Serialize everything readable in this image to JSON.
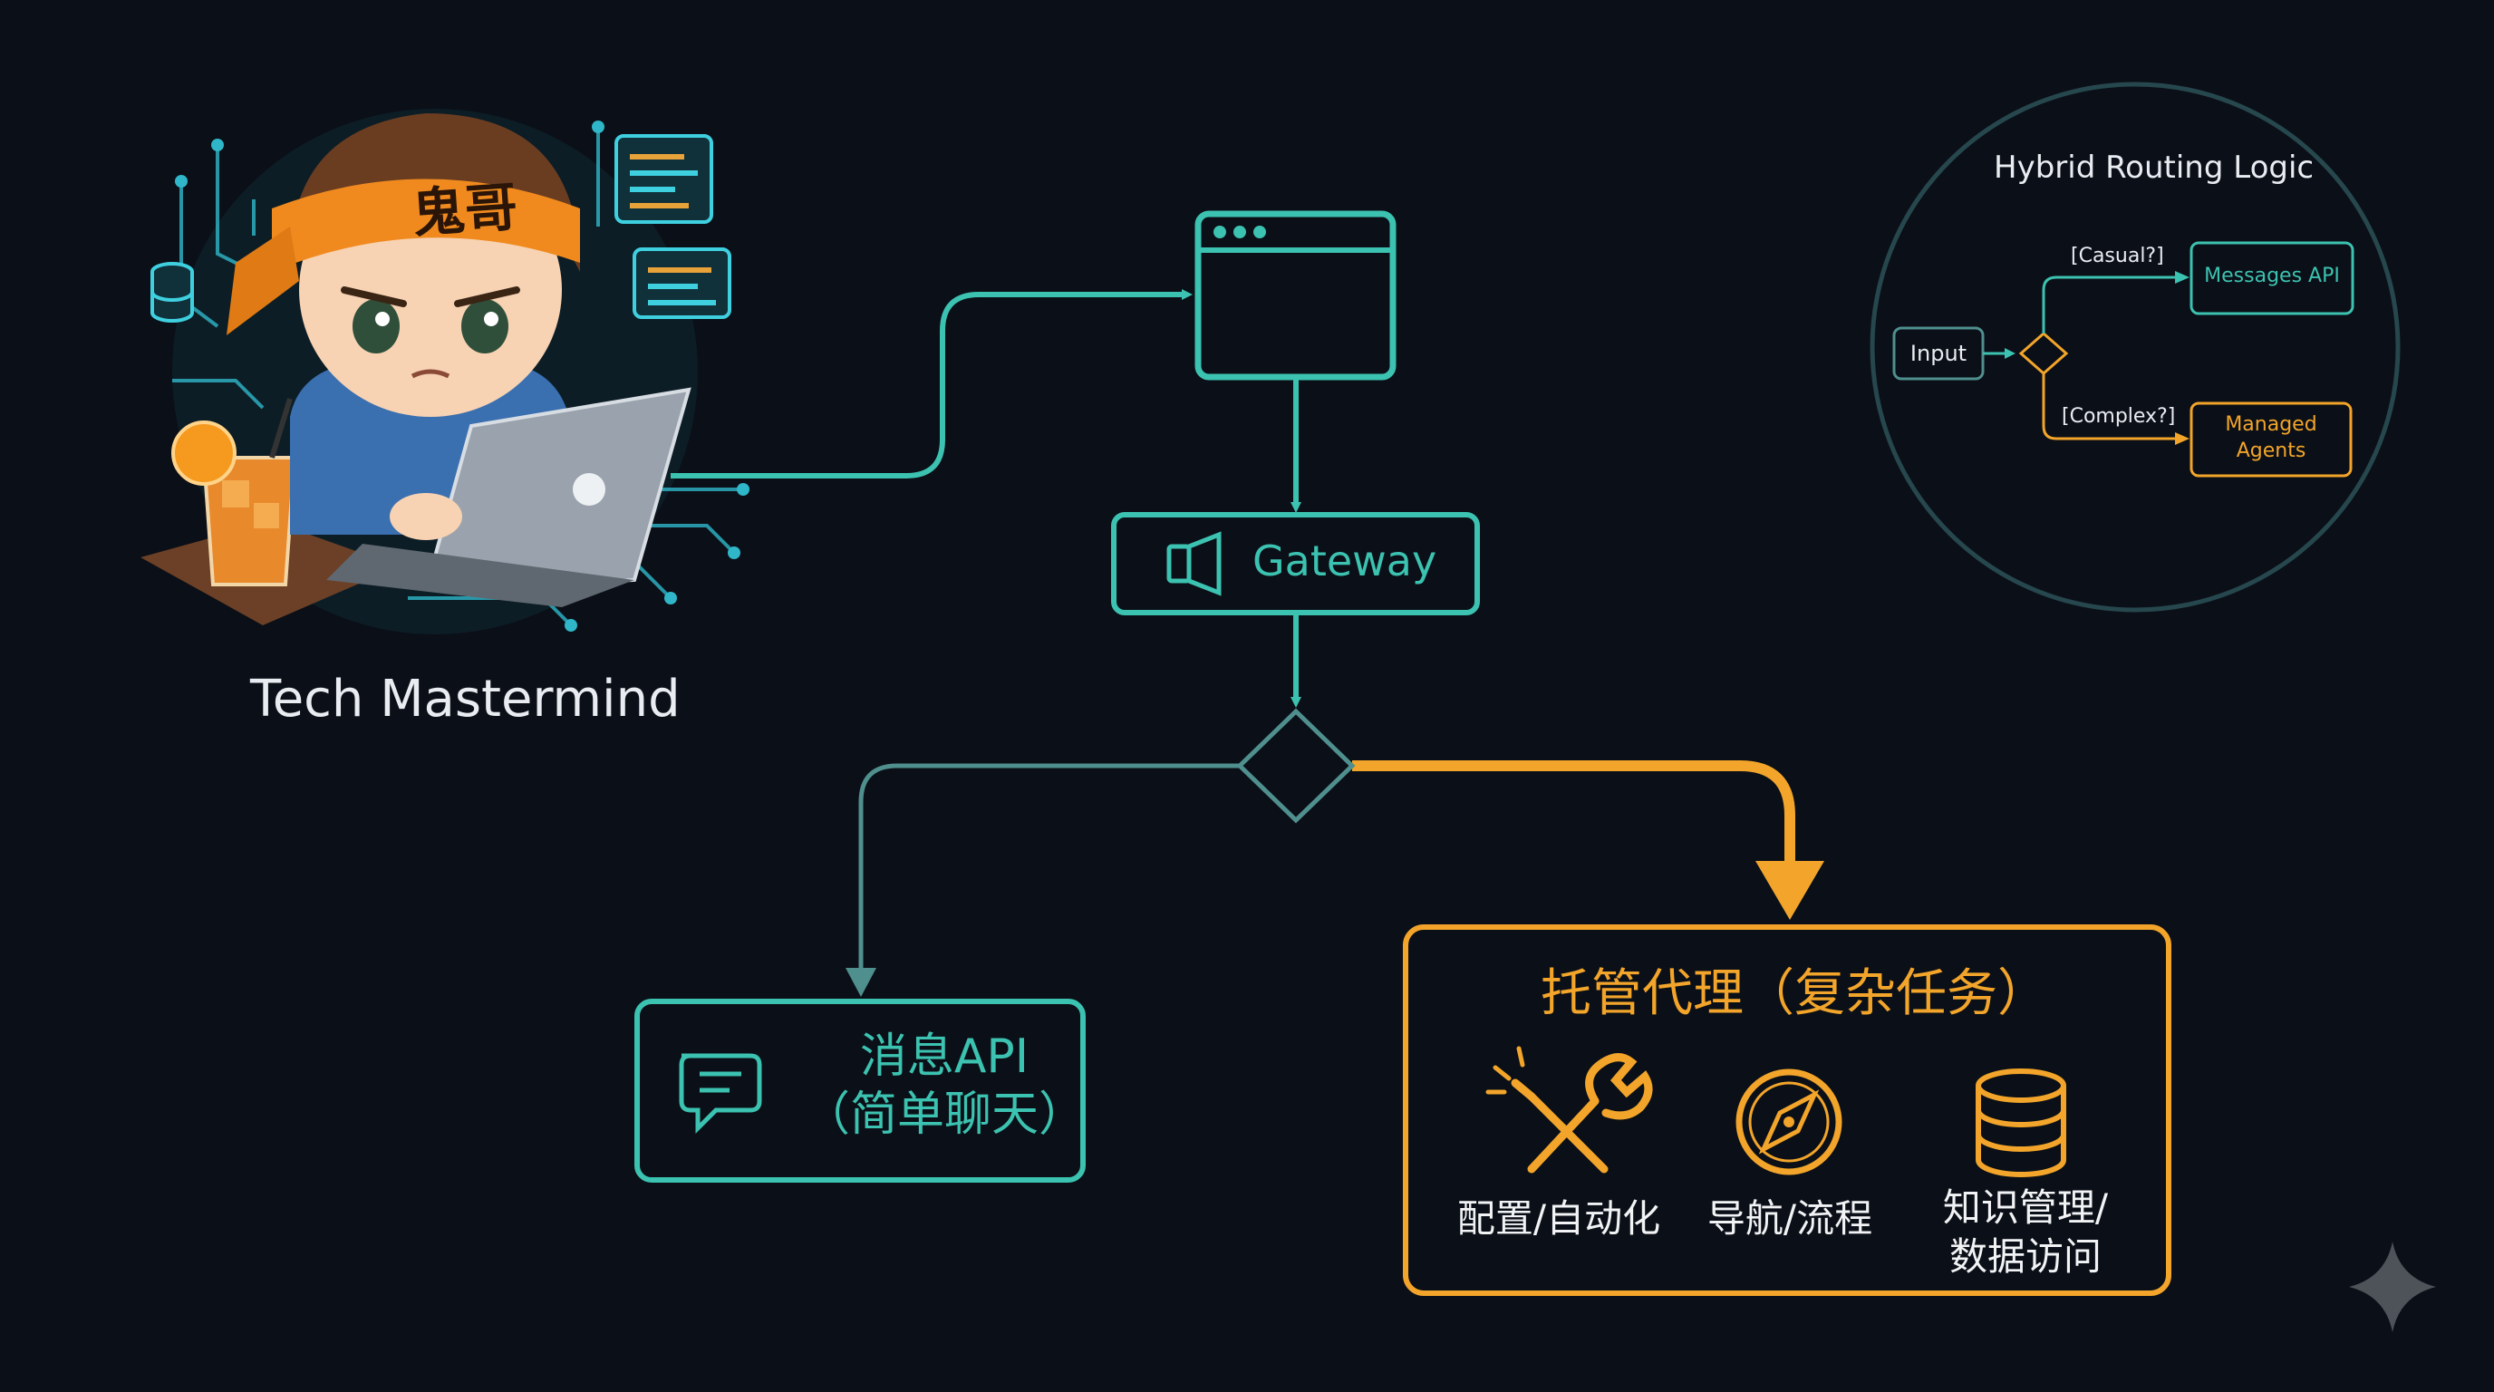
{
  "hero": {
    "headband_text": "鬼哥",
    "label": "Tech Mastermind"
  },
  "flow": {
    "gateway_label": "Gateway",
    "message_api": {
      "title": "消息API",
      "subtitle": "（简单聊天）"
    },
    "managed_agents": {
      "title": "托管代理（复杂任务）",
      "capabilities": [
        {
          "label": "配置/自动化",
          "icon": "wrench-screwdriver-icon"
        },
        {
          "label": "导航/流程",
          "icon": "compass-icon"
        },
        {
          "label_line1": "知识管理/",
          "label_line2": "数据访问",
          "icon": "database-icon"
        }
      ]
    }
  },
  "routing_logic": {
    "title": "Hybrid Routing Logic",
    "input_label": "Input",
    "casual_label": "[Casual?]",
    "complex_label": "[Complex?]",
    "messages_api_label": "Messages API",
    "managed_agents_line1": "Managed",
    "managed_agents_line2": "Agents"
  },
  "colors": {
    "background": "#0b0f17",
    "teal": "#3cc2b0",
    "muted_teal": "#4f8f8e",
    "orange": "#f2a52a",
    "text": "#e9edf2"
  }
}
